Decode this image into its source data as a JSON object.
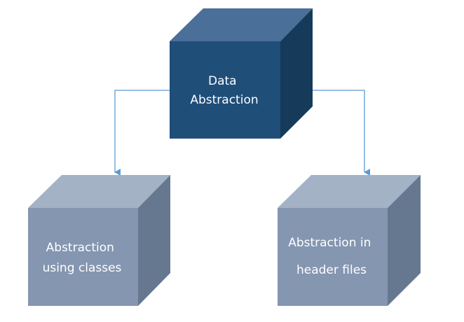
{
  "diagram": {
    "root": {
      "label_lines": [
        "Data",
        "Abstraction"
      ]
    },
    "left_child": {
      "label_lines": [
        "Abstraction",
        "using classes"
      ]
    },
    "right_child": {
      "label_lines": [
        "Abstraction in",
        "header files"
      ]
    }
  },
  "colors": {
    "root_front": "#1f4e79",
    "root_top": "#4a6f98",
    "root_side": "#163a5a",
    "child_front": "#8496b0",
    "child_top": "#a4b2c6",
    "child_side": "#66788f",
    "connector": "#5b9bd5",
    "label_text": "#ffffff"
  }
}
